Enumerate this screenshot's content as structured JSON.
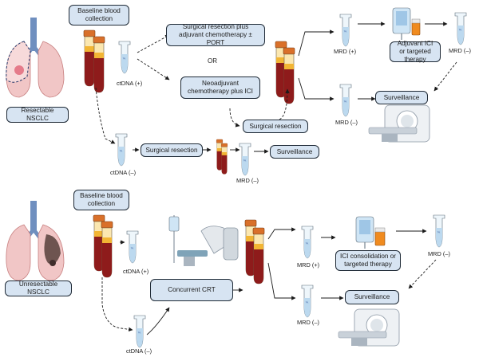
{
  "resectable": {
    "title": "Resectable NSCLC",
    "baseline": "Baseline blood collection",
    "ctdna_pos": "ctDNA (+)",
    "ctdna_neg": "ctDNA (–)",
    "option1": "Surgical resection plus adjuvant chemotherapy ± PORT",
    "or": "OR",
    "option2": "Neoadjuvant chemotherapy plus ICI",
    "surgical_resection_after_neo": "Surgical resection",
    "surgical_resection_neg": "Surgical resection",
    "surveillance_neg": "Surveillance",
    "mrd_pos": "MRD (+)",
    "mrd_neg": "MRD (–)",
    "mrd_neg_after_therapy": "MRD (–)",
    "mrd_neg_lower": "MRD (–)",
    "therapy": "Adjuvant ICI or targeted therapy",
    "surveillance": "Surveillance"
  },
  "unresectable": {
    "title": "Unresectable NSCLC",
    "baseline": "Baseline blood collection",
    "ctdna_pos": "ctDNA (+)",
    "ctdna_neg": "ctDNA (–)",
    "crt": "Concurrent CRT",
    "mrd_pos": "MRD (+)",
    "mrd_neg": "MRD (–)",
    "mrd_neg_after_therapy": "MRD (–)",
    "therapy": "ICI consolidation or targeted therapy",
    "surveillance": "Surveillance"
  },
  "colors": {
    "box_fill": "#d7e4f2",
    "box_border": "#1f2a36",
    "blood": "#8e1b1b",
    "plasma": "#f2b534",
    "tube_cap": "#d9702a",
    "liquid": "#bcd9ef",
    "lung_pink": "#f1c6c6",
    "airway": "#6f8fbf"
  }
}
